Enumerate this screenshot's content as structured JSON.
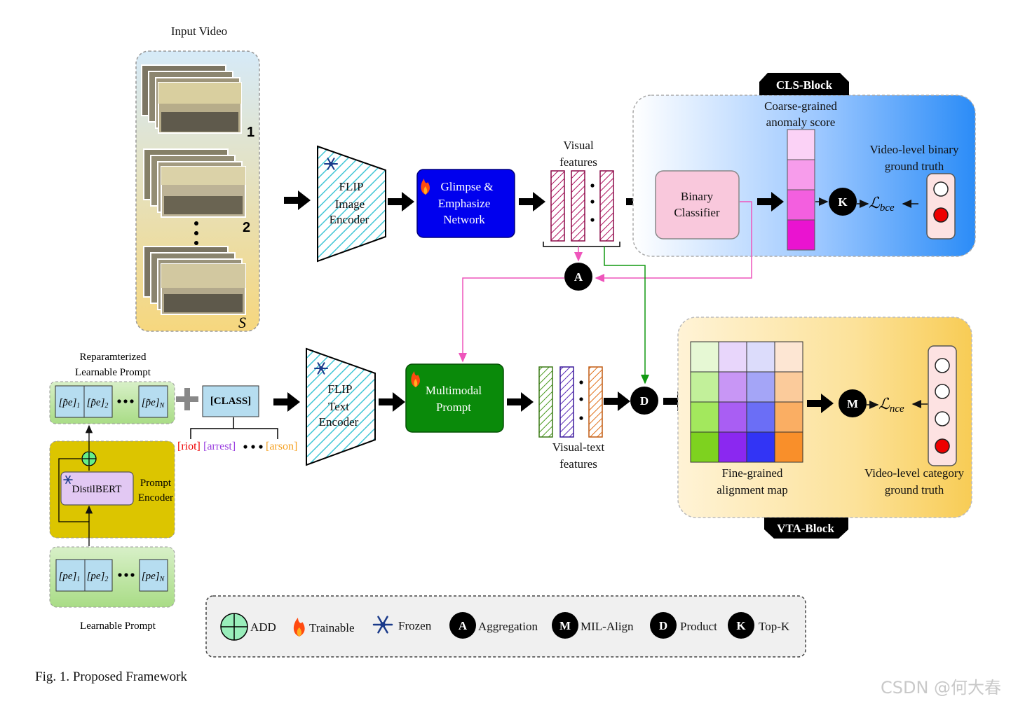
{
  "input_video": {
    "title": "Input Video",
    "frame_labels": [
      "1",
      "2",
      "S"
    ]
  },
  "image_encoder": {
    "label": [
      "FLIP",
      "Image",
      "Encoder"
    ]
  },
  "glimpse_network": {
    "label": [
      "Glimpse &",
      "Emphasize",
      "Network"
    ]
  },
  "visual_features": {
    "label": [
      "Visual",
      "features"
    ]
  },
  "cls_block": {
    "title": "CLS-Block",
    "score_label": [
      "Coarse-grained",
      "anomaly score"
    ],
    "classifier_label": [
      "Binary",
      "Classifier"
    ],
    "gt_label": [
      "Video-level binary",
      "ground truth"
    ],
    "loss_label": "ℒ",
    "loss_sub": "bce",
    "topk_symbol": "K"
  },
  "aggregation_symbol": "A",
  "reparam_prompt": {
    "title": [
      "Reparamterized",
      "Learnable Prompt"
    ],
    "tokens": [
      "[p̃e]",
      "[p̃e]",
      "[p̃e]"
    ],
    "token_subs": [
      "1",
      "2",
      "N"
    ],
    "class_token": "[CLASS]",
    "class_examples": [
      "[riot]",
      "[arrest]",
      "[arson]"
    ]
  },
  "prompt_encoder": {
    "model": "DistilBERT",
    "label": [
      "Prompt",
      "Encoder"
    ]
  },
  "learnable_prompt": {
    "title": "Learnable Prompt",
    "tokens": [
      "[pe]",
      "[pe]",
      "[pe]"
    ],
    "token_subs": [
      "1",
      "2",
      "N"
    ]
  },
  "text_encoder": {
    "label": [
      "FLIP",
      "Text",
      "Encoder"
    ]
  },
  "multimodal_prompt": {
    "label": [
      "Multimodal",
      "Prompt"
    ]
  },
  "visual_text_features": {
    "label": [
      "Visual-text",
      "features"
    ]
  },
  "product_symbol": "D",
  "vta_block": {
    "title": "VTA-Block",
    "map_label": [
      "Fine-grained",
      "alignment map"
    ],
    "gt_label": [
      "Video-level category",
      "ground truth"
    ],
    "mil_symbol": "M",
    "loss_label": "ℒ",
    "loss_sub": "nce",
    "map_colors": [
      [
        "#e6f8d4",
        "#e8d6fb",
        "#dcdcfb",
        "#fde6d3"
      ],
      [
        "#c2f09a",
        "#c896f5",
        "#a4a5f7",
        "#fbcb9b"
      ],
      [
        "#a3e85d",
        "#a95ef3",
        "#6b6ef6",
        "#faae63"
      ],
      [
        "#7ed21f",
        "#8b28f0",
        "#3234f5",
        "#f98f2a"
      ]
    ]
  },
  "legend": {
    "items": [
      {
        "symbol": "",
        "label": "ADD"
      },
      {
        "symbol": "",
        "label": "Trainable"
      },
      {
        "symbol": "",
        "label": "Frozen"
      },
      {
        "symbol": "A",
        "label": "Aggregation"
      },
      {
        "symbol": "M",
        "label": "MIL-Align"
      },
      {
        "symbol": "D",
        "label": "Product"
      },
      {
        "symbol": "K",
        "label": "Top-K"
      }
    ]
  },
  "caption": "Fig. 1.  Proposed Framework",
  "watermark": "CSDN @何大春",
  "colors": {
    "glimpse": "#0000ee",
    "multimodal": "#0a8a0a",
    "classifier": "#f9c8dc",
    "distilbert": "#e2c8f3",
    "pink_arrow": "#ee55bb",
    "green_arrow": "#119911",
    "encoder_hatch": "#41c6d6",
    "score_bar": [
      "#fbd2f6",
      "#f79ceb",
      "#f35fdf",
      "#ea13d0"
    ]
  },
  "icons": [
    "snowflake-icon",
    "flame-icon",
    "plus-circle-icon"
  ]
}
